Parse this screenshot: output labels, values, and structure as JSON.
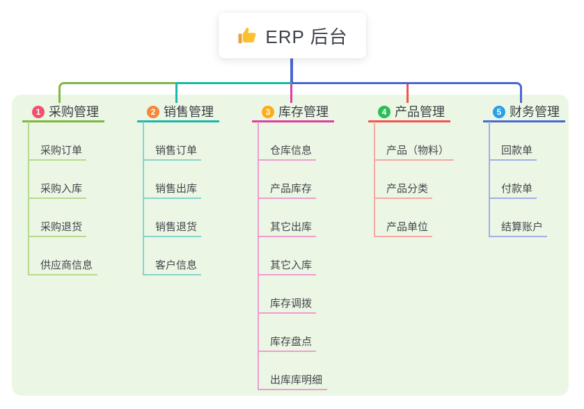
{
  "root": {
    "title": "ERP 后台",
    "icon": "thumbs-up-icon"
  },
  "colors": {
    "panel_bg": "#ebf7e4",
    "root_line": "#4a66d3",
    "card_bg": "#ffffff",
    "title_text": "#3b3e44",
    "child_text": "#43464c"
  },
  "branches": [
    {
      "badge": "1",
      "label": "采购管理",
      "badge_color": "#f0526e",
      "line_color": "#7cb93e",
      "child_line_color": "#b5da8e",
      "children": [
        "采购订单",
        "采购入库",
        "采购退货",
        "供应商信息"
      ]
    },
    {
      "badge": "2",
      "label": "销售管理",
      "badge_color": "#f6883c",
      "line_color": "#1bb7aa",
      "child_line_color": "#85d3cb",
      "children": [
        "销售订单",
        "销售出库",
        "销售退货",
        "客户信息"
      ]
    },
    {
      "badge": "3",
      "label": "库存管理",
      "badge_color": "#fbad19",
      "line_color": "#dd3da4",
      "child_line_color": "#f09bd0",
      "children": [
        "仓库信息",
        "产品库存",
        "其它出库",
        "其它入库",
        "库存调拨",
        "库存盘点",
        "出库库明细"
      ]
    },
    {
      "badge": "4",
      "label": "产品管理",
      "badge_color": "#2bbd5a",
      "line_color": "#f3534e",
      "child_line_color": "#f7a7a4",
      "children": [
        "产品（物料）",
        "产品分类",
        "产品单位"
      ]
    },
    {
      "badge": "5",
      "label": "财务管理",
      "badge_color": "#2b9fe8",
      "line_color": "#4a66d3",
      "child_line_color": "#9fafe9",
      "children": [
        "回款单",
        "付款单",
        "结算账户"
      ]
    }
  ]
}
